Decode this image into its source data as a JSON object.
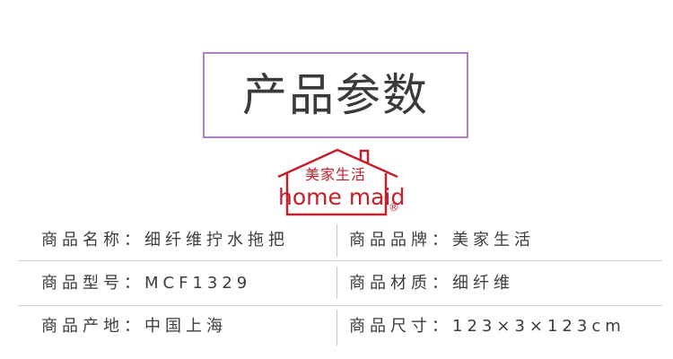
{
  "header": {
    "title": "产品参数"
  },
  "logo": {
    "chinese_name": "美家生活",
    "english_name": "home maid",
    "registered_mark": "®",
    "color": "#c4202a"
  },
  "accent_color": "#b07cc6",
  "params": {
    "row1": {
      "left": {
        "label": "商品名称：",
        "value": "细纤维拧水拖把"
      },
      "right": {
        "label": "商品品牌：",
        "value": "美家生活"
      }
    },
    "row2": {
      "left": {
        "label": "商品型号：",
        "value": "MCF1329"
      },
      "right": {
        "label": "商品材质：",
        "value": "细纤维"
      }
    },
    "row3": {
      "left": {
        "label": "商品产地：",
        "value": "中国上海"
      },
      "right": {
        "label": "商品尺寸：",
        "value": "123×3×123cm"
      }
    }
  }
}
